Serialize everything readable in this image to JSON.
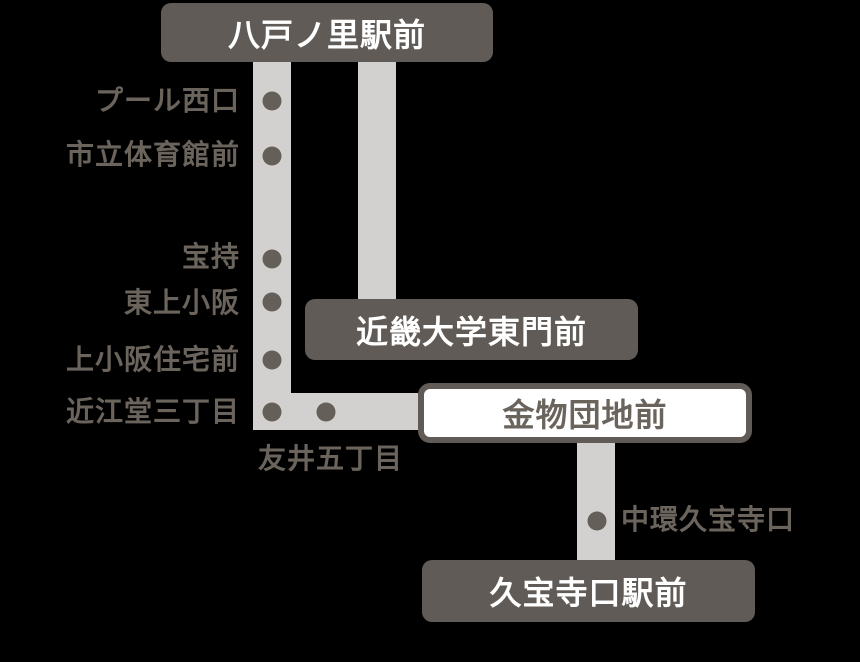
{
  "diagram": {
    "background_color": "#000000",
    "line_color": "#d2d1cf",
    "box_color": "#605b56",
    "box_text_color": "#ffffff",
    "label_color": "#6a645d",
    "dot_color": "#655f59",
    "terminals": [
      {
        "id": "yaenosato",
        "name": "八戸ノ里駅前",
        "style": "filled"
      },
      {
        "id": "kindai-east-gate",
        "name": "近畿大学東門前",
        "style": "filled"
      },
      {
        "id": "kanamono-danchi",
        "name": "金物団地前",
        "style": "outlined"
      },
      {
        "id": "kyuhojiguchi",
        "name": "久宝寺口駅前",
        "style": "filled"
      }
    ],
    "stops": [
      {
        "name": "プール西口"
      },
      {
        "name": "市立体育館前"
      },
      {
        "name": "宝持"
      },
      {
        "name": "東上小阪"
      },
      {
        "name": "上小阪住宅前"
      },
      {
        "name": "近江堂三丁目"
      },
      {
        "name": "友井五丁目"
      },
      {
        "name": "中環久宝寺口"
      }
    ]
  }
}
